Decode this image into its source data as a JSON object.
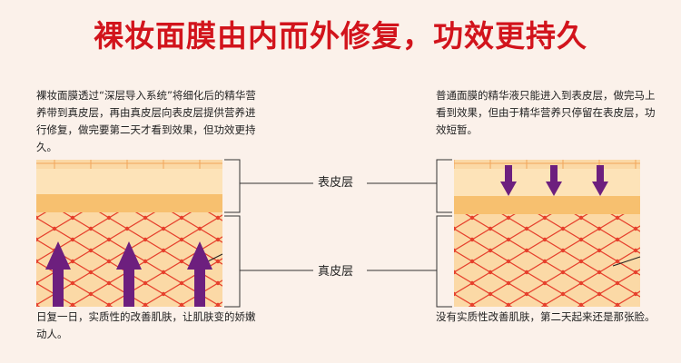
{
  "title": "裸妆面膜由内而外修复，功效更持久",
  "left_panel": {
    "description": "裸妆面膜透过“深层导入系统”将细化后的精华营养带到真皮层，再由真皮层向表皮层提供营养进行修复，做完要第二天才看到效果，但功效更持久。",
    "caption": "日复一日，实质性的改善肌肤，让肌肤变的娇嫩动人。",
    "arrow_direction": "up",
    "arrow_count": 3
  },
  "right_panel": {
    "description": "普通面膜的精华液只能进入到表皮层，做完马上看到效果，但由于精华营养只停留在表皮层，功效短暂。",
    "caption": "没有实质性改善肌肤，第二天起来还是那张脸。",
    "arrow_direction": "down",
    "arrow_count": 3
  },
  "layers": {
    "epidermis_label": "表皮层",
    "dermis_label": "真皮层"
  },
  "colors": {
    "title": "#d2141c",
    "arrow": "#6d1f7e",
    "skin_light": "#fbd9a6",
    "skin_dark": "#f7c06f",
    "mesh": "#e6402c",
    "bracket": "#333333"
  }
}
